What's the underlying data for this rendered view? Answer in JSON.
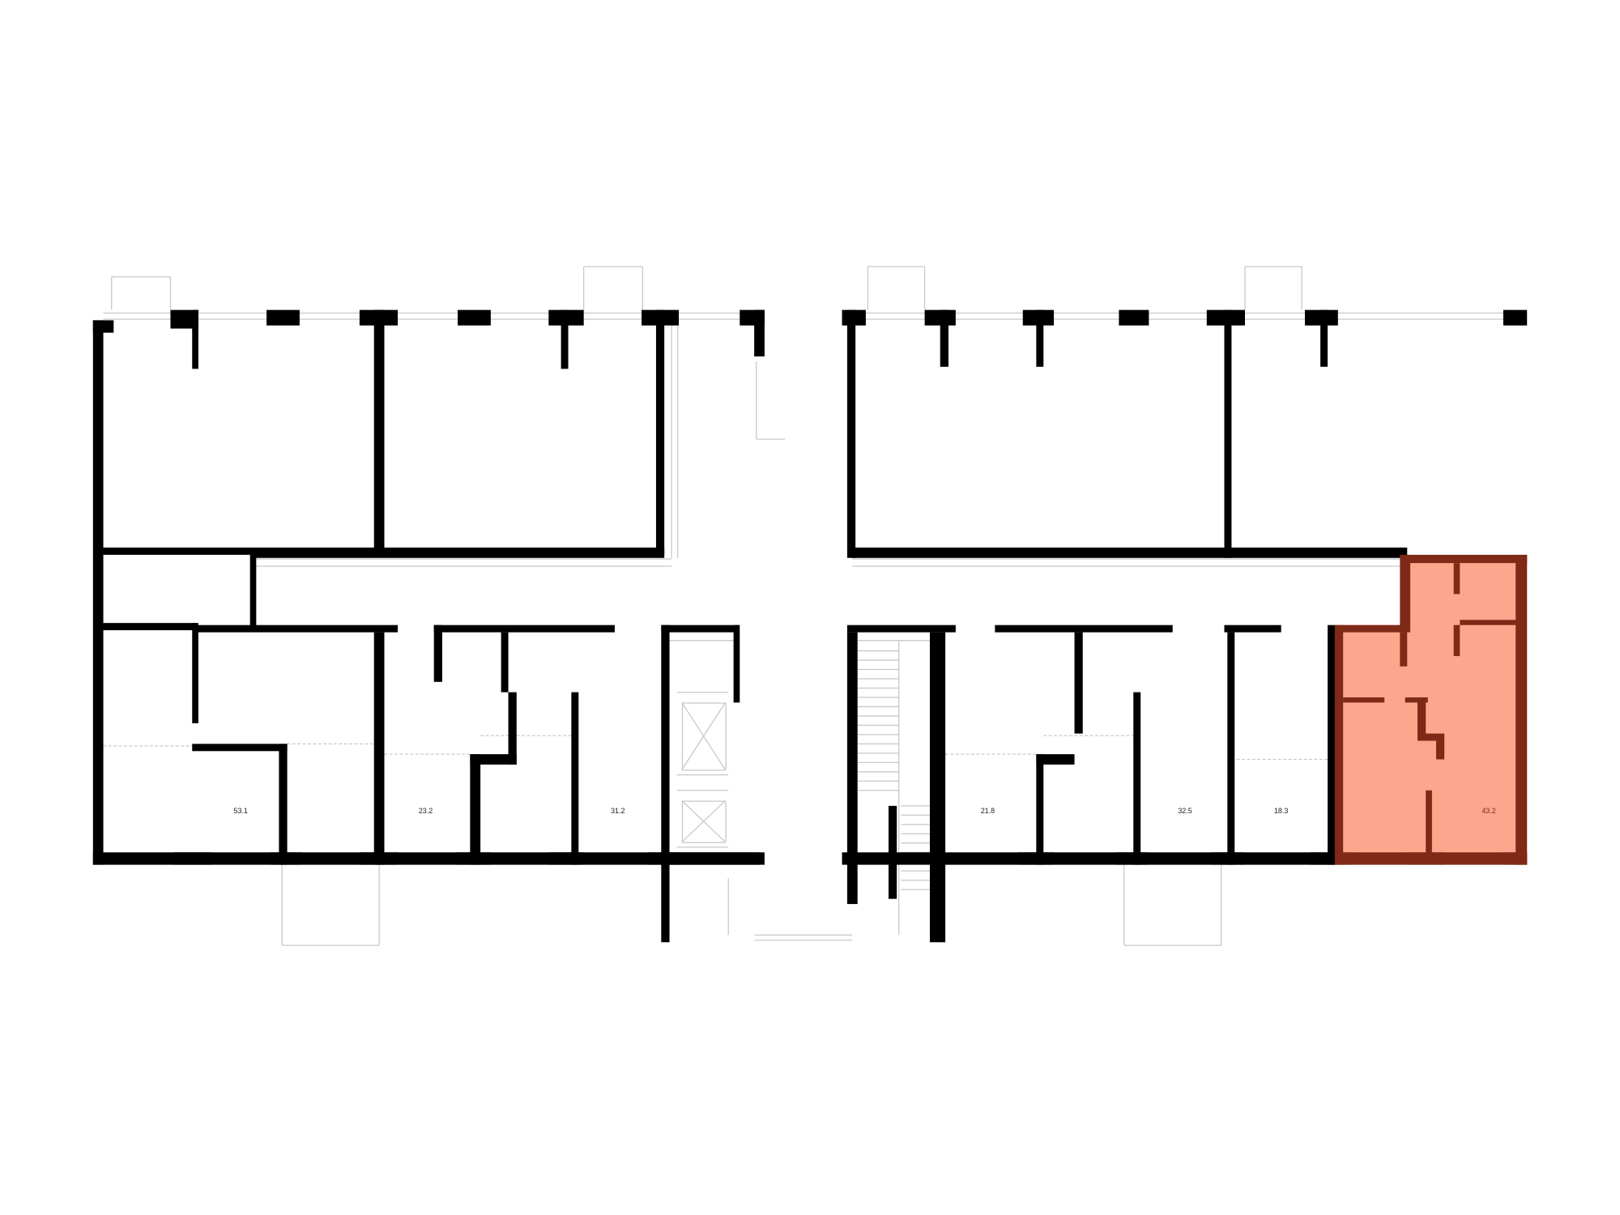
{
  "plan": {
    "apartments": [
      {
        "id": "apt-1",
        "area": "53.1",
        "highlighted": false
      },
      {
        "id": "apt-2",
        "area": "23.2",
        "highlighted": false
      },
      {
        "id": "apt-3",
        "area": "31.2",
        "highlighted": false
      },
      {
        "id": "apt-4",
        "area": "21.8",
        "highlighted": false
      },
      {
        "id": "apt-5",
        "area": "32.5",
        "highlighted": false
      },
      {
        "id": "apt-6",
        "area": "18.3",
        "highlighted": false
      },
      {
        "id": "apt-7",
        "area": "43.2",
        "highlighted": true
      }
    ],
    "colors": {
      "wall": "#000000",
      "thin_line": "#c8c8c8",
      "highlight_fill": "#FCA68E",
      "highlight_wall": "#7F2A16"
    }
  }
}
